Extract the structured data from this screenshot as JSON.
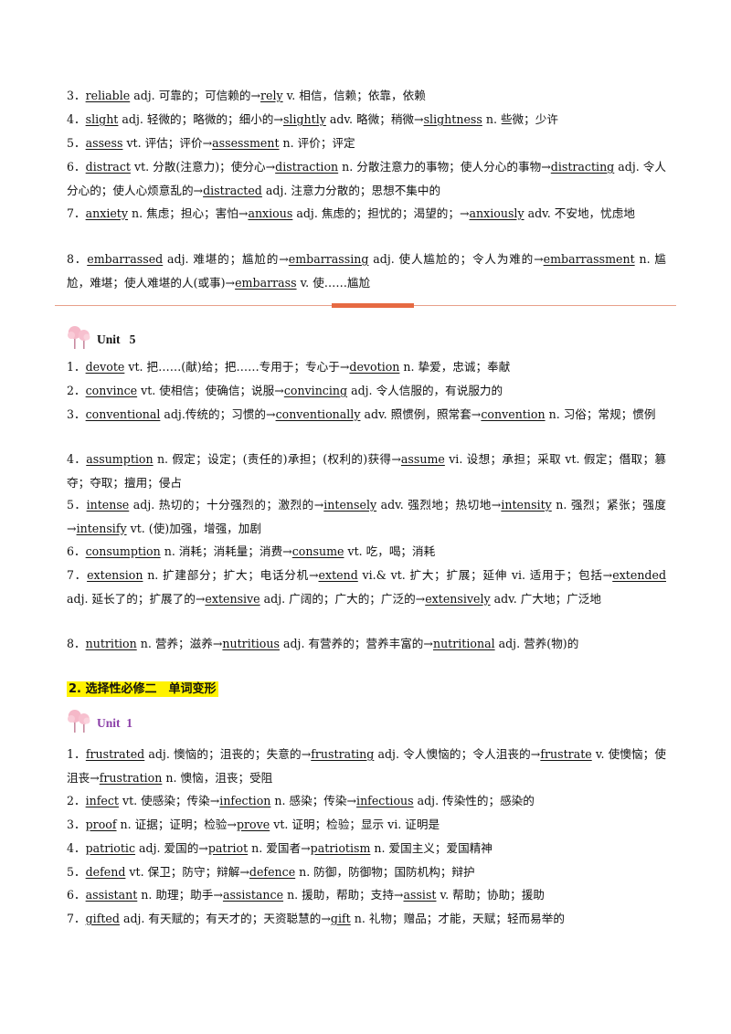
{
  "section_top": {
    "entries": [
      {
        "num": "3．",
        "parts": [
          {
            "t": "reliable",
            "u": true
          },
          {
            "t": " adj. 可靠的；可信赖的→"
          },
          {
            "t": "rely",
            "u": true
          },
          {
            "t": " v. 相信，信赖；依靠，依赖"
          }
        ]
      },
      {
        "num": "4．",
        "parts": [
          {
            "t": "slight",
            "u": true
          },
          {
            "t": " adj. 轻微的；略微的；细小的→"
          },
          {
            "t": "slightly",
            "u": true
          },
          {
            "t": " adv. 略微；稍微→"
          },
          {
            "t": "slightness",
            "u": true
          },
          {
            "t": " n. 些微；少许"
          }
        ]
      },
      {
        "num": "5．",
        "parts": [
          {
            "t": "assess",
            "u": true
          },
          {
            "t": " vt. 评估；评价→"
          },
          {
            "t": "assessment",
            "u": true
          },
          {
            "t": " n. 评价；评定"
          }
        ]
      },
      {
        "num": "6．",
        "parts": [
          {
            "t": "distract",
            "u": true
          },
          {
            "t": " vt. 分散(注意力)；使分心→"
          },
          {
            "t": "distraction",
            "u": true
          },
          {
            "t": " n. 分散注意力的事物；使人分心的事物→"
          },
          {
            "t": "distracting",
            "u": true
          },
          {
            "t": " adj. 令人分心的；使人心烦意乱的→"
          },
          {
            "t": "distracted",
            "u": true
          },
          {
            "t": " adj. 注意力分散的；思想不集中的"
          }
        ]
      },
      {
        "num": "7．",
        "parts": [
          {
            "t": "anxiety",
            "u": true
          },
          {
            "t": " n. 焦虑；担心；害怕→"
          },
          {
            "t": "anxious",
            "u": true
          },
          {
            "t": " adj. 焦虑的；担忧的；渴望的；→"
          },
          {
            "t": "anxiously",
            "u": true
          },
          {
            "t": " adv. 不安地，忧虑地"
          }
        ]
      },
      {
        "num": "8．",
        "parts": [
          {
            "t": "embarrassed",
            "u": true
          },
          {
            "t": " adj. 难堪的；尴尬的→"
          },
          {
            "t": "embarrassing",
            "u": true
          },
          {
            "t": " adj. 使人尴尬的；令人为难的→"
          },
          {
            "t": "embarrassment",
            "u": true
          },
          {
            "t": " n. 尴尬，难堪；使人难堪的人(或事)→"
          },
          {
            "t": "embarrass",
            "u": true
          },
          {
            "t": " v. 使……尴尬"
          }
        ]
      }
    ]
  },
  "unit5": {
    "label": "Unit   5",
    "entries": [
      {
        "num": "1．",
        "parts": [
          {
            "t": "devote",
            "u": true
          },
          {
            "t": " vt. 把……(献)给；把……专用于；专心于→"
          },
          {
            "t": "devotion",
            "u": true
          },
          {
            "t": " n. 挚爱，忠诚；奉献"
          }
        ]
      },
      {
        "num": "2．",
        "parts": [
          {
            "t": "convince",
            "u": true
          },
          {
            "t": " vt. 使相信；使确信；说服→"
          },
          {
            "t": "convincing",
            "u": true
          },
          {
            "t": " adj. 令人信服的，有说服力的"
          }
        ]
      },
      {
        "num": "3．",
        "parts": [
          {
            "t": "conventional",
            "u": true
          },
          {
            "t": " adj.传统的；习惯的→"
          },
          {
            "t": "conventionally",
            "u": true
          },
          {
            "t": " adv. 照惯例，照常套→"
          },
          {
            "t": "convention",
            "u": true
          },
          {
            "t": " n. 习俗；常规；惯例"
          }
        ]
      },
      {
        "num": "4．",
        "parts": [
          {
            "t": "assumption",
            "u": true
          },
          {
            "t": " n. 假定；设定；(责任的)承担；(权利的)获得→"
          },
          {
            "t": "assume",
            "u": true
          },
          {
            "t": " vi. 设想；承担；采取 vt. 假定；僭取；篡夺；夺取；擅用；侵占"
          }
        ]
      },
      {
        "num": "5．",
        "parts": [
          {
            "t": "intense",
            "u": true
          },
          {
            "t": " adj. 热切的；十分强烈的；激烈的→"
          },
          {
            "t": "intensely",
            "u": true
          },
          {
            "t": " adv. 强烈地；热切地→"
          },
          {
            "t": "intensity",
            "u": true
          },
          {
            "t": " n. 强烈；紧张；强度→"
          },
          {
            "t": "intensify",
            "u": true
          },
          {
            "t": " vt. (使)加强，增强，加剧"
          }
        ]
      },
      {
        "num": "6．",
        "parts": [
          {
            "t": "consumption",
            "u": true
          },
          {
            "t": " n. 消耗；消耗量；消费→"
          },
          {
            "t": "consume",
            "u": true
          },
          {
            "t": " vt. 吃，喝；消耗"
          }
        ]
      },
      {
        "num": "7．",
        "parts": [
          {
            "t": "extension",
            "u": true
          },
          {
            "t": " n. 扩建部分；扩大；电话分机→"
          },
          {
            "t": "extend",
            "u": true
          },
          {
            "t": " vi.& vt. 扩大；扩展；延伸 vi. 适用于；包括→"
          },
          {
            "t": "extended",
            "u": true
          },
          {
            "t": " adj. 延长了的；扩展了的→"
          },
          {
            "t": "extensive",
            "u": true
          },
          {
            "t": " adj. 广阔的；广大的；广泛的→"
          },
          {
            "t": "extensively",
            "u": true
          },
          {
            "t": " adv. 广大地；广泛地"
          }
        ]
      },
      {
        "num": "8．",
        "parts": [
          {
            "t": "nutrition",
            "u": true
          },
          {
            "t": " n. 营养；滋养→"
          },
          {
            "t": "nutritious",
            "u": true
          },
          {
            "t": " adj. 有营养的；营养丰富的→"
          },
          {
            "t": "nutritional",
            "u": true
          },
          {
            "t": " adj. 营养(物)的"
          }
        ]
      }
    ]
  },
  "section2": {
    "title": "2. 选择性必修二　单词变形"
  },
  "unit1": {
    "label": "Unit  1",
    "entries": [
      {
        "num": "1．",
        "parts": [
          {
            "t": "frustrated",
            "u": true
          },
          {
            "t": " adj. 懊恼的；沮丧的；失意的→"
          },
          {
            "t": "frustrating",
            "u": true
          },
          {
            "t": " adj. 令人懊恼的；令人沮丧的→"
          },
          {
            "t": "frustrate",
            "u": true
          },
          {
            "t": " v. 使懊恼；使沮丧→"
          },
          {
            "t": "frustration",
            "u": true
          },
          {
            "t": " n. 懊恼，沮丧；受阻"
          }
        ]
      },
      {
        "num": "2．",
        "parts": [
          {
            "t": "infect",
            "u": true
          },
          {
            "t": " vt. 使感染；传染→"
          },
          {
            "t": "infection",
            "u": true
          },
          {
            "t": " n. 感染；传染→"
          },
          {
            "t": "infectious",
            "u": true
          },
          {
            "t": " adj. 传染性的；感染的"
          }
        ]
      },
      {
        "num": "3．",
        "parts": [
          {
            "t": "proof",
            "u": true
          },
          {
            "t": " n. 证据；证明；检验→"
          },
          {
            "t": "prove",
            "u": true
          },
          {
            "t": " vt. 证明；检验；显示 vi. 证明是"
          }
        ]
      },
      {
        "num": "4．",
        "parts": [
          {
            "t": "patriotic",
            "u": true
          },
          {
            "t": " adj. 爱国的→"
          },
          {
            "t": "patriot",
            "u": true
          },
          {
            "t": " n. 爱国者→"
          },
          {
            "t": "patriotism",
            "u": true
          },
          {
            "t": " n. 爱国主义；爱国精神"
          }
        ]
      },
      {
        "num": "5．",
        "parts": [
          {
            "t": "defend",
            "u": true
          },
          {
            "t": " vt. 保卫；防守；辩解→"
          },
          {
            "t": "defence",
            "u": true
          },
          {
            "t": " n. 防御，防御物；国防机构；辩护"
          }
        ]
      },
      {
        "num": "6．",
        "parts": [
          {
            "t": "assistant",
            "u": true
          },
          {
            "t": " n. 助理；助手→"
          },
          {
            "t": "assistance",
            "u": true
          },
          {
            "t": " n. 援助，帮助；支持→"
          },
          {
            "t": "assist",
            "u": true
          },
          {
            "t": " v. 帮助；协助；援助"
          }
        ]
      },
      {
        "num": "7．",
        "parts": [
          {
            "t": "gifted",
            "u": true
          },
          {
            "t": " adj. 有天赋的；有天才的；天资聪慧的→"
          },
          {
            "t": "gift",
            "u": true
          },
          {
            "t": " n. 礼物；赠品；才能，天赋；轻而易举的"
          }
        ]
      }
    ]
  }
}
